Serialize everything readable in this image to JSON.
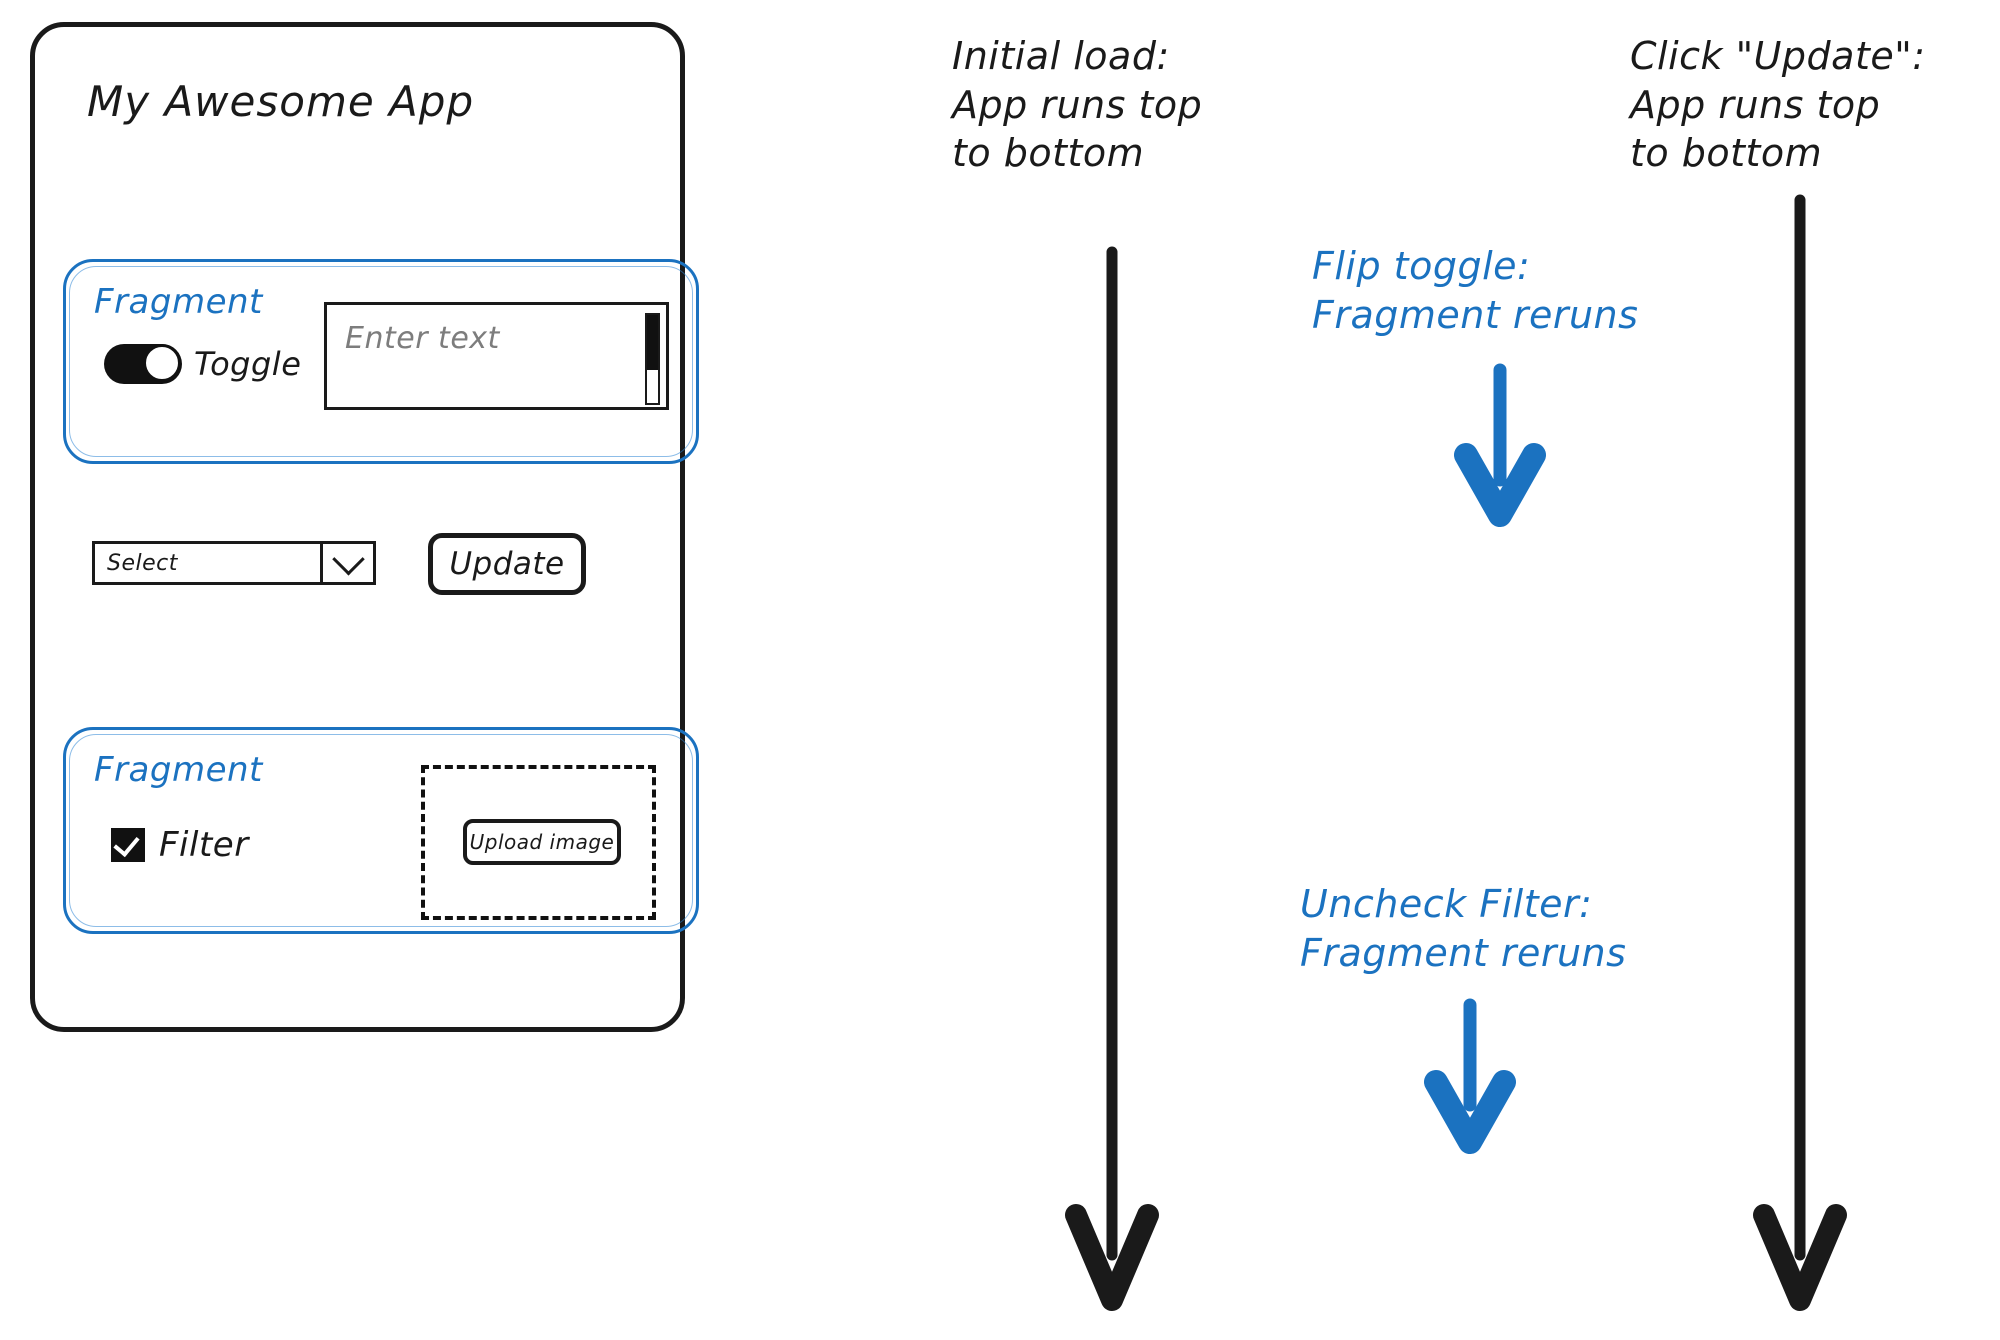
{
  "app": {
    "title": "My Awesome App",
    "fragment_top": {
      "label": "Fragment",
      "toggle_label": "Toggle",
      "text_input_placeholder": "Enter text"
    },
    "controls": {
      "select_value": "Select",
      "select_options": [
        "Select"
      ],
      "update_label": "Update"
    },
    "fragment_bottom": {
      "label": "Fragment",
      "filter_label": "Filter",
      "filter_checked": true,
      "upload_label": "Upload image"
    }
  },
  "annotations": {
    "initial_load": "Initial load:\nApp runs top\nto bottom",
    "click_update": "Click \"Update\":\nApp runs top\nto bottom",
    "flip_toggle": "Flip toggle:\nFragment reruns",
    "uncheck_filter": "Uncheck Filter:\nFragment reruns"
  },
  "colors": {
    "accent_blue": "#1b72c0",
    "ink_black": "#1a1a1a",
    "placeholder_gray": "#7d7d7d"
  }
}
